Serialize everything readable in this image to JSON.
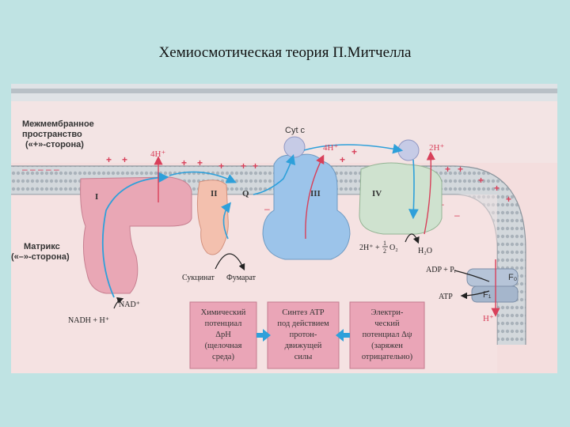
{
  "title": "Хемиосмотическая теория П.Митчелла",
  "colors": {
    "background": "#bfe3e3",
    "membrane": "#d3d8dc",
    "complex1": "#e9a7b5",
    "complex2": "#f3c0ae",
    "complex3": "#9cc4ea",
    "complex4": "#cfe2cf",
    "atp_synthase": "#b6c4d8",
    "arrow_blue": "#2ea0da",
    "arrow_red": "#d8405a"
  },
  "diagram": {
    "intermembrane_label": [
      "Межмембранное",
      "пространство",
      "(«+»-сторона)"
    ],
    "matrix_label": [
      "Матрикс",
      "(«–»-сторона)"
    ],
    "complexes": {
      "c1": "I",
      "c2": "II",
      "q": "Q",
      "c3": "III",
      "c4": "IV",
      "cyt_c": "Cyt c"
    },
    "protons": {
      "p1": "4H⁺",
      "p3": "4H⁺",
      "p4": "2H⁺",
      "atp_h": "H⁺"
    },
    "substrates": {
      "nad": "NAD⁺",
      "nadh": "NADH + H⁺",
      "succinate": "Сукцинат",
      "fumarate": "Фумарат",
      "o2_left": "2H⁺ + ",
      "o2_frac_num": "1",
      "o2_frac_den": "2",
      "o2_right": "O₂",
      "h2o": "H₂O",
      "adp": "ADP + Pᵢ",
      "atp": "ATP",
      "f0": "F₀",
      "f1": "F₁"
    },
    "boxes": [
      {
        "lines": [
          "Химический",
          "потенциал",
          "ΔpH",
          "(щелочная",
          "среда)"
        ]
      },
      {
        "lines": [
          "Синтез АТР",
          "под действием",
          "протон-",
          "движущей",
          "силы"
        ]
      },
      {
        "lines": [
          "Электри-",
          "ческий",
          "потенциал Δψ",
          "(заряжен",
          "отрицательно)"
        ]
      }
    ]
  }
}
